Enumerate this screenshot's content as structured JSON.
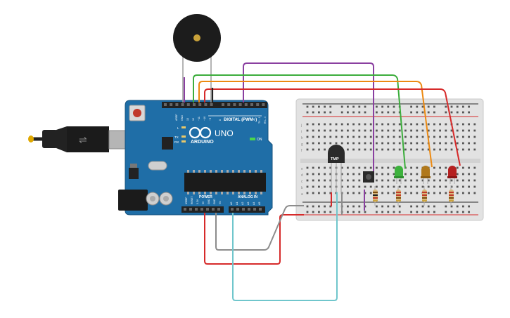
{
  "arduino": {
    "brand": "ARDUINO",
    "model": "UNO",
    "digital_label": "DIGITAL (PWM~)",
    "power_label": "POWER",
    "analog_label": "ANALOG IN",
    "on_label": "ON",
    "tx_label": "TX",
    "rx_label": "RX",
    "l_label": "L",
    "digital_pins": [
      "AREF",
      "GND",
      "13",
      "12",
      "~11",
      "~10",
      "~9",
      "8",
      "7",
      "~6",
      "~5",
      "4",
      "~3",
      "2",
      "TX→1",
      "RX←0"
    ],
    "power_pins": [
      "IOREF",
      "RESET",
      "3.3V",
      "5V",
      "GND",
      "GND",
      "Vin"
    ],
    "analog_pins": [
      "A0",
      "A1",
      "A2",
      "A3",
      "A4",
      "A5"
    ]
  },
  "breadboard": {
    "row_letters_top": [
      "j",
      "i",
      "h",
      "g",
      "f"
    ],
    "row_letters_bottom": [
      "e",
      "d",
      "c",
      "b",
      "a"
    ]
  },
  "sensor": {
    "label": "TMP"
  },
  "colors": {
    "board": "#1e6fa8",
    "board_dark": "#17578a",
    "breadboard": "#e3e3e3",
    "wire_red": "#d62a2a",
    "wire_green": "#3cad3c",
    "wire_orange": "#ec8a12",
    "wire_purple": "#8a3fa0",
    "wire_black": "#222222",
    "wire_gray": "#8c8c8c",
    "wire_cyan": "#70c6cc",
    "led_green": "#3db23d",
    "led_yellow": "#b0781b",
    "led_red": "#b52020"
  }
}
